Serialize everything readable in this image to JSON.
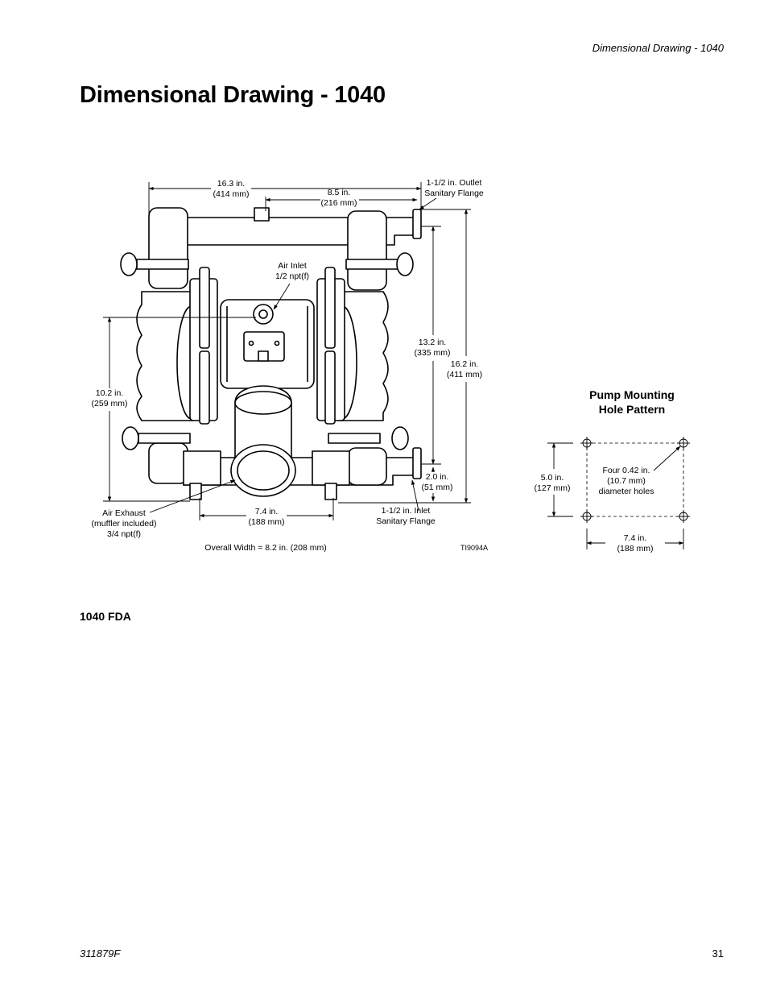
{
  "header": {
    "running_title": "Dimensional Drawing - 1040"
  },
  "page": {
    "title": "Dimensional Drawing - 1040"
  },
  "drawing": {
    "dims": {
      "top_width": [
        "16.3 in.",
        "(414 mm)"
      ],
      "outlet_offset": [
        "8.5 in.",
        "(216 mm)"
      ],
      "outlet": [
        "1-1/2 in. Outlet",
        "Sanitary Flange"
      ],
      "air_inlet": [
        "Air Inlet",
        "1/2 npt(f)"
      ],
      "height_13": [
        "13.2 in.",
        "(335 mm)"
      ],
      "height_16": [
        "16.2 in.",
        "(411 mm)"
      ],
      "height_10": [
        "10.2 in.",
        "(259 mm)"
      ],
      "inlet_height": [
        "2.0 in.",
        "(51 mm)"
      ],
      "air_exhaust": [
        "Air Exhaust",
        "(muffler included)",
        "3/4 npt(f)"
      ],
      "base_width": [
        "7.4 in.",
        "(188 mm)"
      ],
      "inlet": [
        "1-1/2 in. Inlet",
        "Sanitary Flange"
      ],
      "overall_width": "Overall Width = 8.2 in. (208 mm)",
      "figure_id": "TI9094A"
    }
  },
  "mounting": {
    "title_line1": "Pump Mounting",
    "title_line2": "Hole Pattern",
    "height": [
      "5.0 in.",
      "(127 mm)"
    ],
    "holes": [
      "Four 0.42 in.",
      "(10.7 mm)",
      "diameter holes"
    ],
    "width": [
      "7.4 in.",
      "(188 mm)"
    ]
  },
  "section": {
    "label": "1040 FDA"
  },
  "footer": {
    "doc_number": "311879F",
    "page_number": "31"
  }
}
